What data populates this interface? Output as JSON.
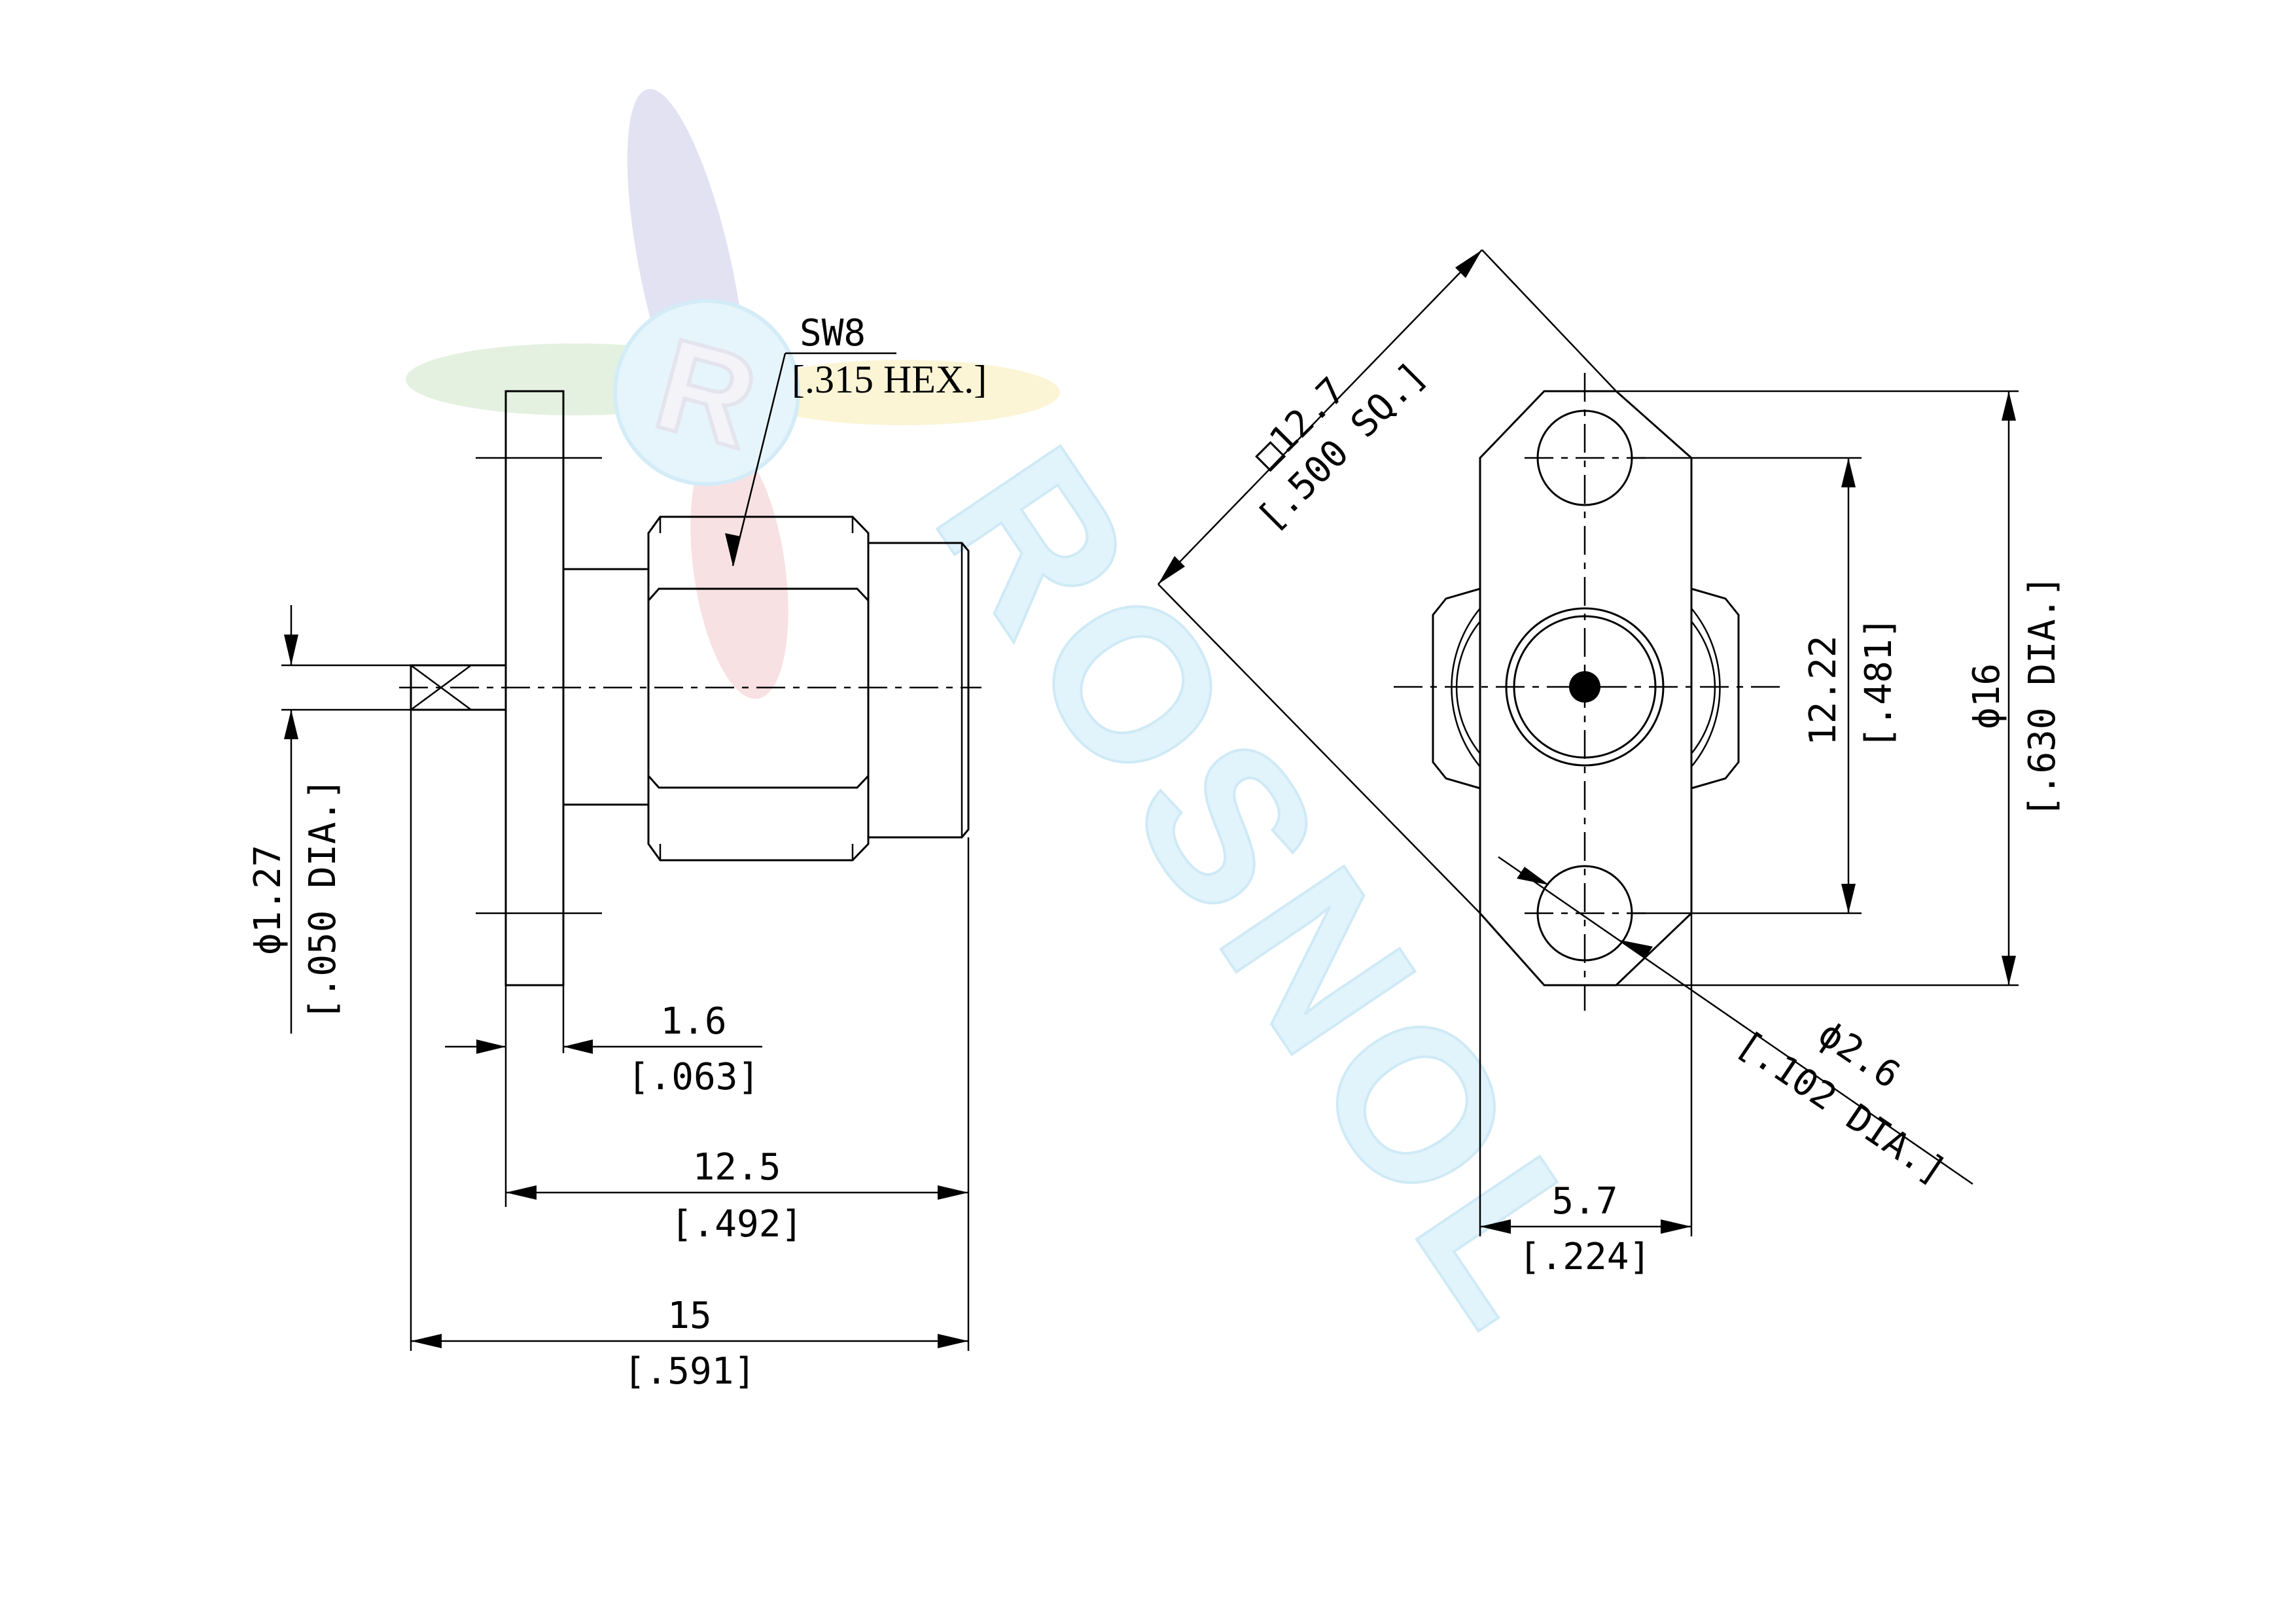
{
  "watermark": {
    "logo_letter": "R",
    "brand_text": "ROSNOL",
    "colors": {
      "blue": "#dcdcf0",
      "green": "#e6f2e2",
      "yellow": "#fbf6d8",
      "red": "#f7e0e2",
      "cyan": "#e1f3fb"
    }
  },
  "side_view": {
    "hex_label": "SW8",
    "hex_label_inch": "[.315 HEX.]",
    "pin_dia": "ϕ1.27",
    "pin_dia_inch": "[.050 DIA.]",
    "flange_thickness": "1.6",
    "flange_thickness_inch": "[.063]",
    "body_length": "12.5",
    "body_length_inch": "[.492]",
    "overall_length": "15",
    "overall_length_inch": "[.591]"
  },
  "front_view": {
    "flange_square": "□12.7",
    "flange_square_inch": "[.500 SQ.]",
    "hole_spacing": "12.22",
    "hole_spacing_inch": "[.481]",
    "flange_dia": "ϕ16",
    "flange_dia_inch": "[.630 DIA.]",
    "hole_dia": "ϕ2.6",
    "hole_dia_inch": "[.102 DIA.]",
    "flange_width": "5.7",
    "flange_width_inch": "[.224]"
  }
}
